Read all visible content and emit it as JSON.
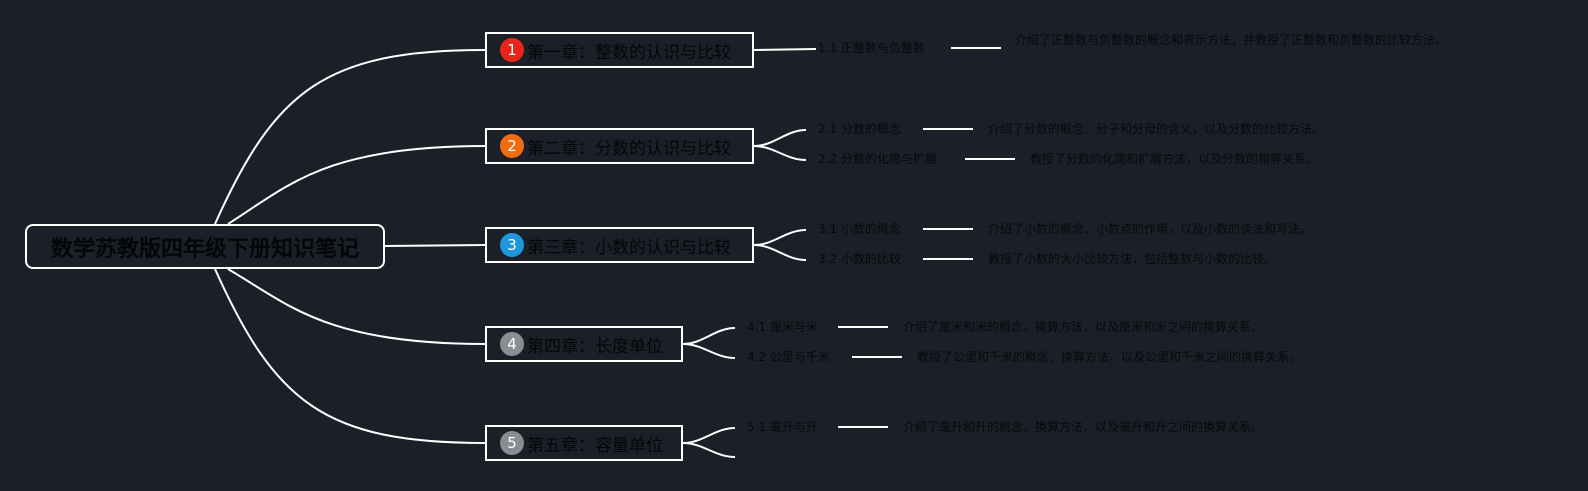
{
  "root": {
    "title": "数学苏教版四年级下册知识笔记"
  },
  "chapters": [
    {
      "number": "1",
      "color": "#e8251c",
      "title": "第一章：整数的认识与比较",
      "sections": [
        {
          "title": "1.1 正整数与负整数",
          "desc": "介绍了正整数与负整数的概念和表示方法，并教授了正整数和负整数的比较方法。"
        }
      ]
    },
    {
      "number": "2",
      "color": "#ef6c12",
      "title": "第二章：分数的认识与比较",
      "sections": [
        {
          "title": "2.1 分数的概念",
          "desc": "介绍了分数的概念、分子和分母的含义，以及分数的比较方法。"
        },
        {
          "title": "2.2 分数的化简与扩展",
          "desc": "教授了分数的化简和扩展方法，以及分数的相等关系。"
        }
      ]
    },
    {
      "number": "3",
      "color": "#1e96dc",
      "title": "第三章：小数的认识与比较",
      "sections": [
        {
          "title": "3.1 小数的概念",
          "desc": "介绍了小数的概念、小数点的作用，以及小数的读法和写法。"
        },
        {
          "title": "3.2 小数的比较",
          "desc": "教授了小数的大小比较方法，包括整数与小数的比较。"
        }
      ]
    },
    {
      "number": "4",
      "color": "#8a8d91",
      "title": "第四章：长度单位",
      "sections": [
        {
          "title": "4.1 厘米与米",
          "desc": "介绍了厘米和米的概念、换算方法，以及厘米和米之间的换算关系。"
        },
        {
          "title": "4.2 公里与千米",
          "desc": "教授了公里和千米的概念、换算方法，以及公里和千米之间的换算关系。"
        }
      ]
    },
    {
      "number": "5",
      "color": "#8a8d91",
      "title": "第五章：容量单位",
      "sections": [
        {
          "title": "5.1 毫升与升",
          "desc": "介绍了毫升和升的概念、换算方法，以及毫升和升之间的换算关系。"
        },
        {
          "title": "",
          "desc": ""
        }
      ]
    }
  ]
}
